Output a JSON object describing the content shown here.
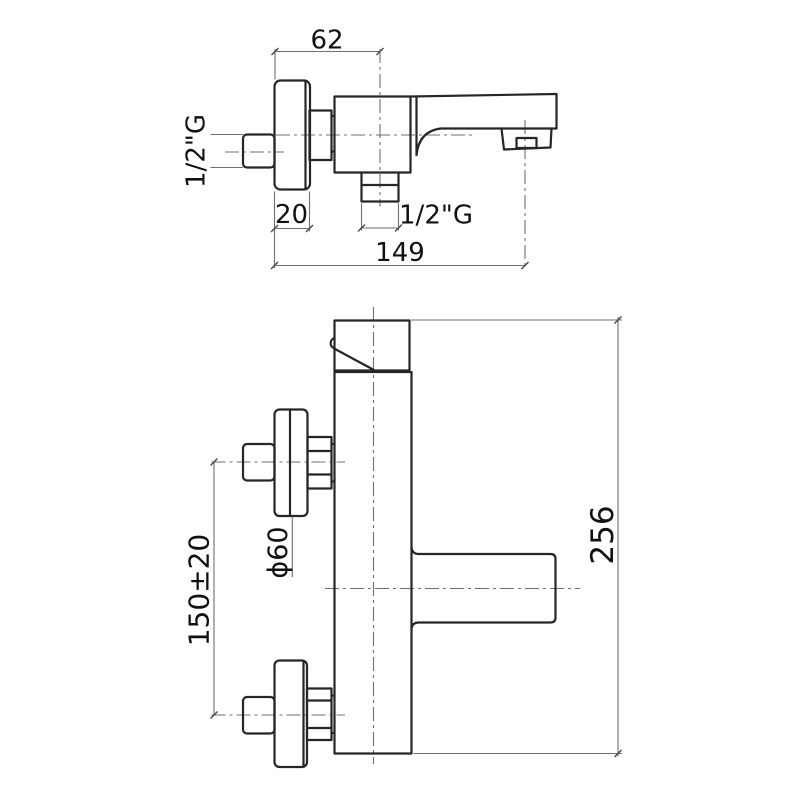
{
  "canvas": {
    "background": "#ffffff",
    "object_line_color": "#262626",
    "thin_line_color": "#6f6f6f",
    "text_color": "#111111"
  },
  "views": {
    "side": {
      "name": "side-view-of-wall-mounted-bath-mixer",
      "labels": {
        "dim_width": "62",
        "wall_thread": "1/2\"G",
        "flange_depth": "20",
        "bottom_thread": "1/2\"G",
        "total_depth": "149"
      }
    },
    "front": {
      "name": "front-view-of-wall-mounted-bath-mixer",
      "labels": {
        "flange_diameter": "ϕ60",
        "inlet_spacing": "150±20",
        "total_height": "256"
      }
    }
  }
}
